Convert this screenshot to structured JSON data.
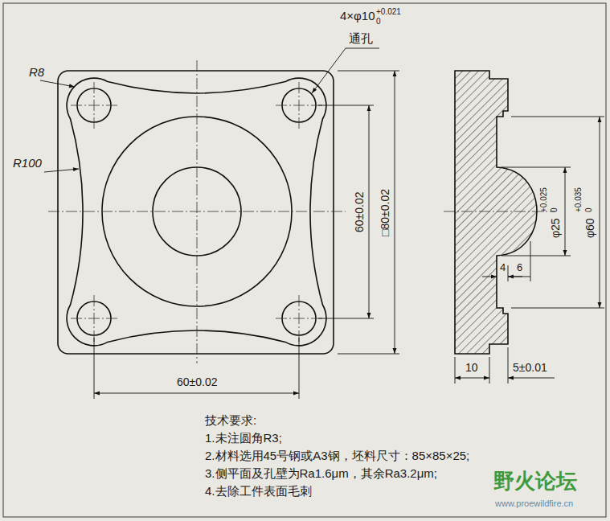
{
  "diagram": {
    "labels": [
      "4×φ10",
      "+0.021",
      "0",
      "通孔",
      "R8",
      "R100",
      "60±0.02",
      "□80±0.02",
      "φ25",
      "+0.025",
      "0",
      "φ60",
      "+0.035",
      "0",
      "4",
      "6",
      "60±0.02",
      "10",
      "5±0.01",
      "技术要求:",
      "1.未注圆角R3;",
      "2.材料选用45号钢或A3钢，坯料尺寸：85×85×25;",
      "3.侧平面及孔壁为Ra1.6μm，其余Ra3.2μm;",
      "4.去除工件表面毛刺",
      "野火论坛",
      "www.proewildfire.cn"
    ]
  }
}
